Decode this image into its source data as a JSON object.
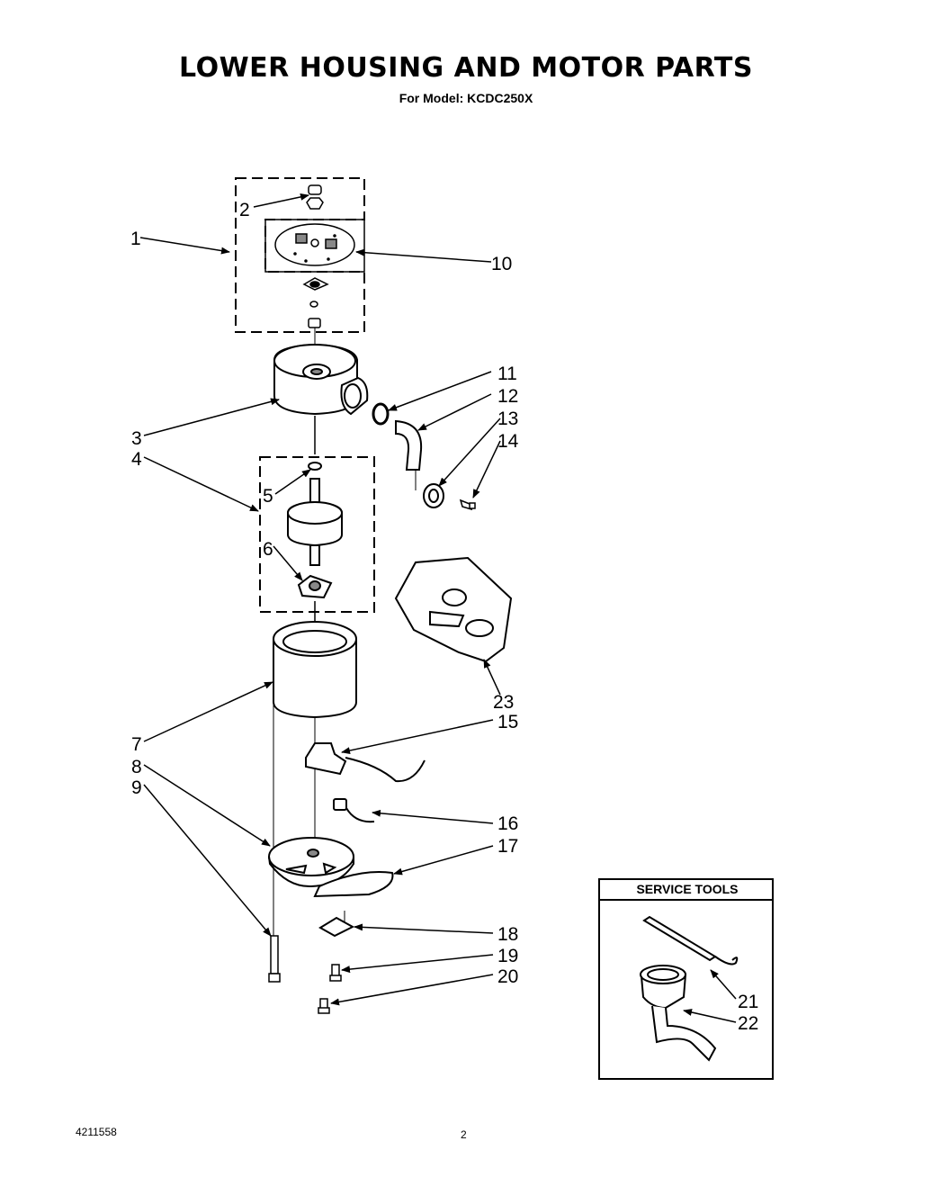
{
  "header": {
    "title": "LOWER HOUSING AND MOTOR PARTS",
    "subtitle": "For Model: KCDC250X"
  },
  "callouts": [
    "1",
    "2",
    "3",
    "4",
    "5",
    "6",
    "7",
    "8",
    "9",
    "10",
    "11",
    "12",
    "13",
    "14",
    "15",
    "16",
    "17",
    "18",
    "19",
    "20",
    "21",
    "22",
    "23"
  ],
  "service_tools": {
    "title": "SERVICE TOOLS"
  },
  "footer": {
    "doc_number": "4211558",
    "page_number": "2"
  }
}
